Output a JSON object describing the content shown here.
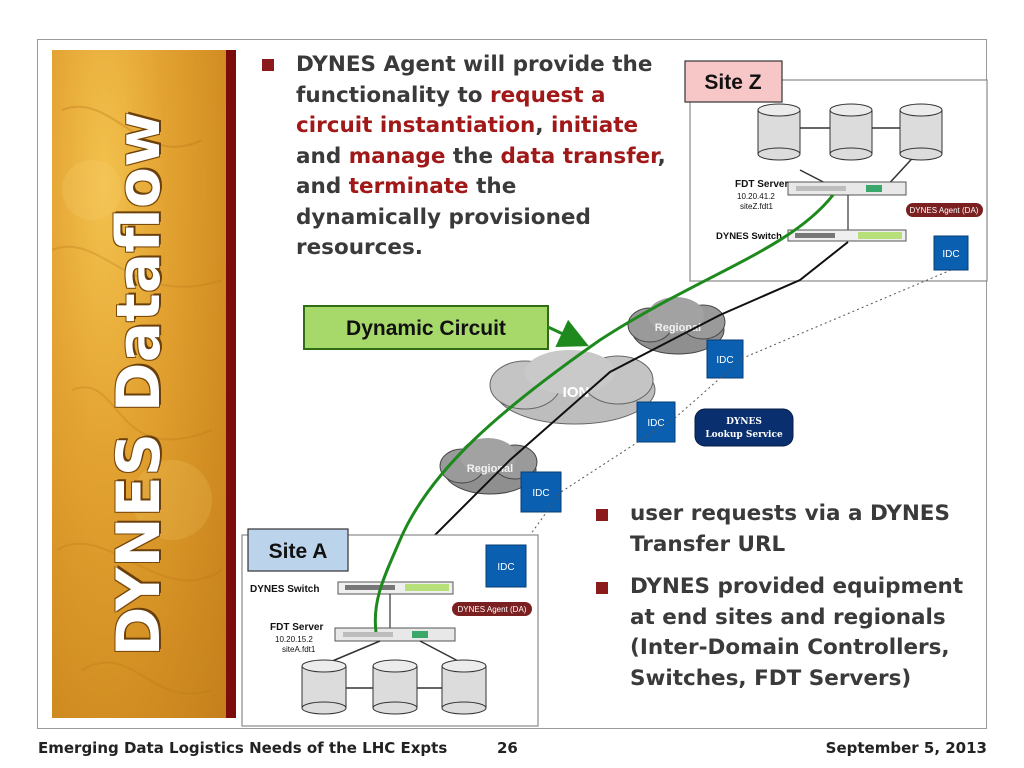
{
  "slide": {
    "title": "DYNES Dataflow",
    "colors": {
      "accent": "#8b1a1a",
      "highlight": "#a01818",
      "idc": "#0b5fb0",
      "circuit": "#1e8a1e"
    }
  },
  "bullets_top": {
    "b1": {
      "p1": "DYNES Agent will provide the functionality to ",
      "h1": "request a circuit instantiation",
      "p2": ", ",
      "h2": "initiate",
      "p3": " and ",
      "h3": "manage",
      "p4": " the ",
      "h4": "data transfer",
      "p5": ", and ",
      "h5": "terminate",
      "p6": " the dynamically provisioned resources."
    }
  },
  "bullets_bottom": {
    "b2": "user requests via a DYNES Transfer URL",
    "b3": "DYNES provided equipment at end sites and regionals (Inter-Domain Controllers, Switches, FDT Servers)"
  },
  "diagram": {
    "site_z": {
      "label": "Site Z",
      "fdt_server": "FDT Server",
      "ip": "10.20.41.2",
      "host": "siteZ.fdt1",
      "switch": "DYNES Switch",
      "agent": "DYNES Agent (DA)",
      "idc": "IDC"
    },
    "site_a": {
      "label": "Site A",
      "fdt_server": "FDT Server",
      "ip": "10.20.15.2",
      "host": "siteA.fdt1",
      "switch": "DYNES Switch",
      "agent": "DYNES Agent (DA)",
      "idc": "IDC"
    },
    "dynamic_circuit": "Dynamic Circuit",
    "regional_top": "Regional",
    "regional_bottom": "Regional",
    "ion": "ION",
    "idc_regional_top": "IDC",
    "idc_ion": "IDC",
    "idc_regional_bottom": "IDC",
    "lookup_line1": "DYNES",
    "lookup_line2": "Lookup Service"
  },
  "footer": {
    "left": "Emerging Data Logistics Needs of the LHC Expts",
    "page": "26",
    "date": "September 5, 2013"
  }
}
